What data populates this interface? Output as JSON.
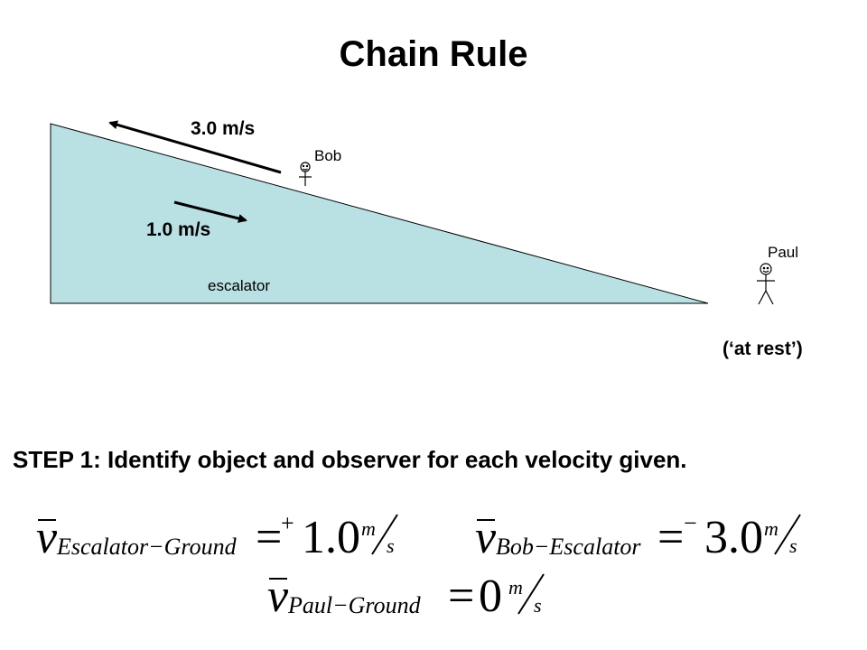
{
  "title": "Chain Rule",
  "diagram": {
    "escalator_label": "escalator",
    "bob_label": "Bob",
    "paul_label": "Paul",
    "bob_speed_label": "3.0 m/s",
    "escalator_speed_label": "1.0 m/s",
    "paul_state_label": "(‘at rest’)",
    "escalator_fill": "#b9e0e3"
  },
  "step": "STEP 1: Identify object and observer for each velocity given.",
  "equations": [
    {
      "var": "v",
      "subscript": "Escalator−Ground",
      "sign": "+",
      "value": "1.0",
      "unit_num": "m",
      "unit_den": "s"
    },
    {
      "var": "v",
      "subscript": "Bob−Escalator",
      "sign": "−",
      "value": "3.0",
      "unit_num": "m",
      "unit_den": "s"
    },
    {
      "var": "v",
      "subscript": "Paul−Ground",
      "sign": "",
      "value": "0",
      "unit_num": "m",
      "unit_den": "s"
    }
  ]
}
